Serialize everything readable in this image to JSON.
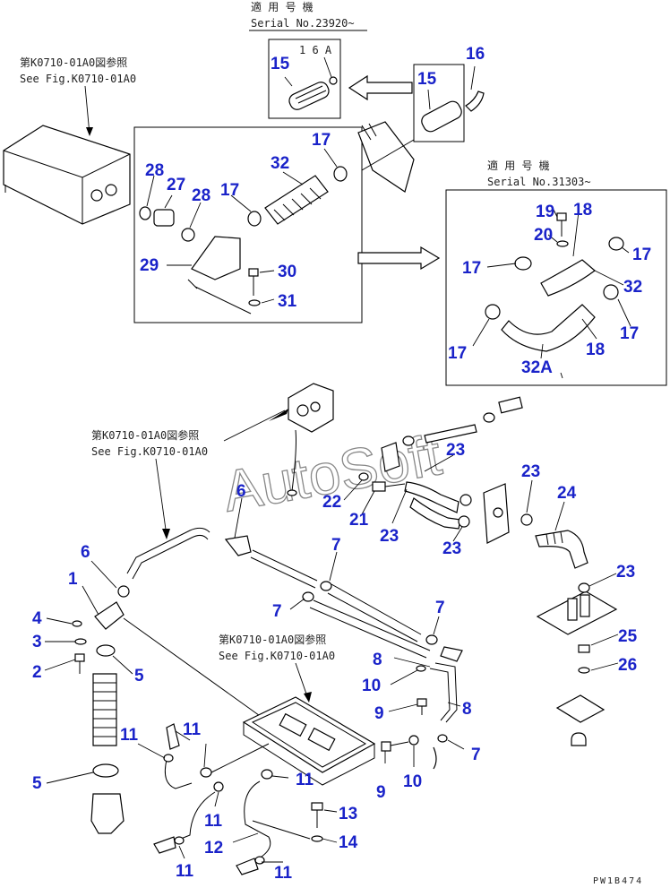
{
  "notes": {
    "top_serial_jp": "適 用 号 機",
    "top_serial": "Serial No.23920~",
    "right_serial_jp": "適 用 号 機",
    "right_serial": "Serial No.31303~",
    "ref1_jp": "第K0710-01A0図参照",
    "ref1_en": "See Fig.K0710-01A0",
    "ref2_jp": "第K0710-01A0図参照",
    "ref2_en": "See Fig.K0710-01A0",
    "ref3_jp": "第K0710-01A0図参照",
    "ref3_en": "See Fig.K0710-01A0",
    "sub_16a": "1 6 A",
    "figure_id": "PW1B474",
    "watermark": "AutoSoft"
  },
  "labels": {
    "l15a": "15",
    "l16": "16",
    "l15b": "15",
    "l17a": "17",
    "l32a": "32",
    "l28a": "28",
    "l27": "27",
    "l28b": "28",
    "l17b": "17",
    "l29": "29",
    "l30": "30",
    "l31": "31",
    "l19": "19",
    "l18a": "18",
    "l20": "20",
    "l17c": "17",
    "l17d": "17",
    "l32b": "32",
    "l17e": "17",
    "l17f": "17",
    "l18b": "18",
    "l32A": "32A",
    "l6a": "6",
    "l6b": "6",
    "l1": "1",
    "l4": "4",
    "l3": "3",
    "l2": "2",
    "l5a": "5",
    "l5b": "5",
    "l7a": "7",
    "l7b": "7",
    "l7c": "7",
    "l7d": "7",
    "l22": "22",
    "l21": "21",
    "l23a": "23",
    "l23b": "23",
    "l23c": "23",
    "l23d": "23",
    "l23e": "23",
    "l24": "24",
    "l25": "25",
    "l26": "26",
    "l8a": "8",
    "l8b": "8",
    "l10a": "10",
    "l10b": "10",
    "l9a": "9",
    "l9b": "9",
    "l11a": "11",
    "l11b": "11",
    "l11c": "11",
    "l11d": "11",
    "l11e": "11",
    "l11f": "11",
    "l12": "12",
    "l13": "13",
    "l14": "14"
  }
}
